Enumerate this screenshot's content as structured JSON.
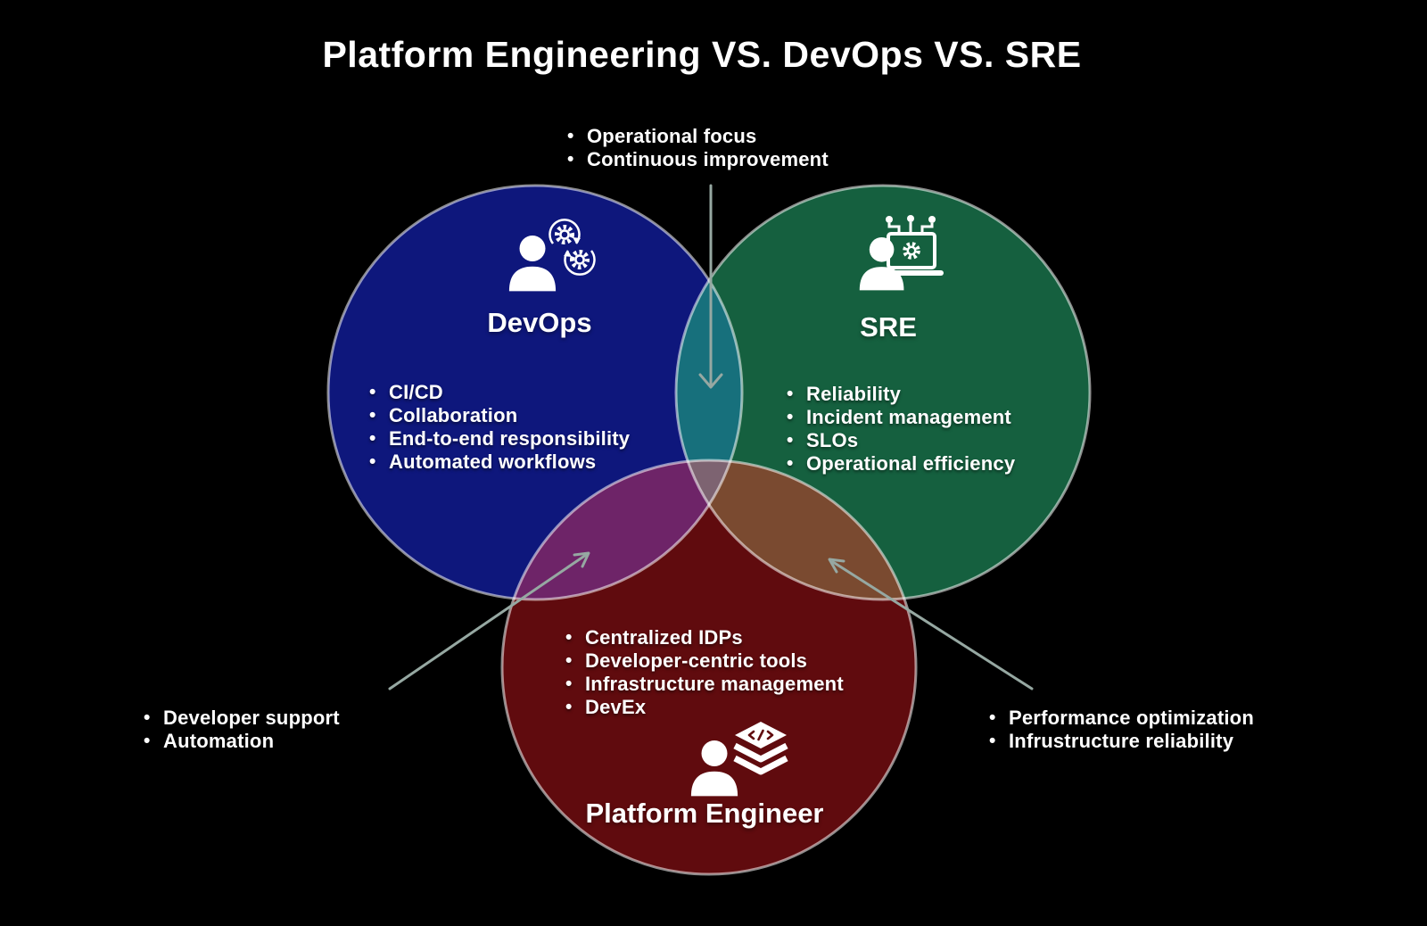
{
  "title": "Platform Engineering VS. DevOps VS. SRE",
  "colors": {
    "background": "#000000",
    "devops_fill": "#0e177c",
    "sre_fill": "#15603f",
    "platform_fill": "#600b0e",
    "devops_sre_overlap": "#17707c",
    "devops_platform_overlap": "#6e2468",
    "sre_platform_overlap": "#7a4a30",
    "center_overlap": "#7d6371",
    "circle_outline": "rgba(255,255,255,0.55)",
    "arrow": "#96a8a2",
    "icon": "#ffffff",
    "text": "#ffffff"
  },
  "circles": {
    "devops": {
      "label": "DevOps",
      "icon": "person-with-sync-gears",
      "items": [
        "CI/CD",
        "Collaboration",
        "End-to-end responsibility",
        "Automated workflows"
      ]
    },
    "sre": {
      "label": "SRE",
      "icon": "person-laptop-gear",
      "items": [
        "Reliability",
        "Incident management",
        "SLOs",
        "Operational efficiency"
      ]
    },
    "platform": {
      "label": "Platform Engineer",
      "icon": "person-code-layers",
      "items": [
        "Centralized IDPs",
        "Developer-centric tools",
        "Infrastructure management",
        "DevEx"
      ]
    }
  },
  "annotations": {
    "top": {
      "items": [
        "Operational focus",
        "Continuous improvement"
      ],
      "points_to": "devops-sre-overlap"
    },
    "left": {
      "items": [
        "Developer support",
        "Automation"
      ],
      "points_to": "devops-platform-overlap"
    },
    "right": {
      "items": [
        "Performance optimization",
        "Infrustructure reliability"
      ],
      "points_to": "sre-platform-overlap"
    }
  }
}
